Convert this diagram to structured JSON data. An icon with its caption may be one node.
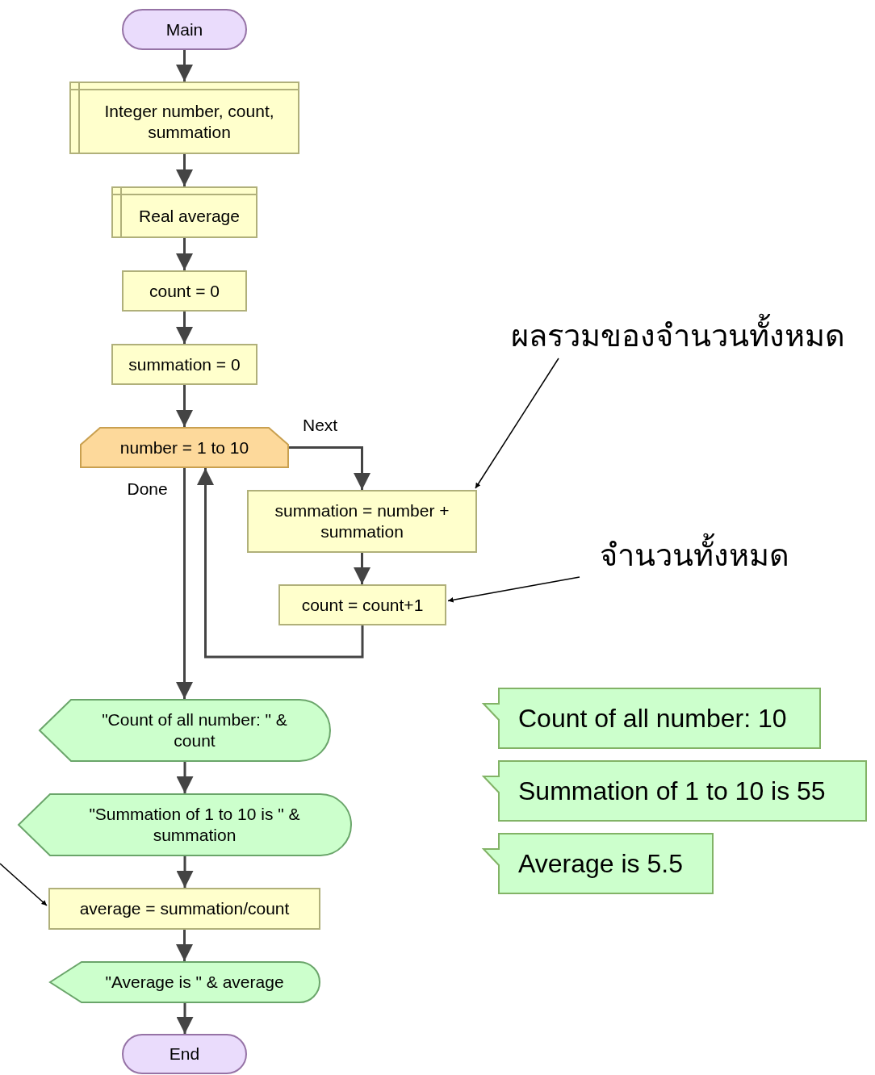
{
  "diagram": {
    "nodes": [
      {
        "text": [
          "Main"
        ]
      },
      {
        "text": [
          "Integer number, count, summation"
        ]
      },
      {
        "text": [
          "Real average"
        ]
      },
      {
        "text": [
          "count = 0"
        ]
      },
      {
        "text": [
          "summation = 0"
        ]
      },
      {
        "text": [
          "number = 1 to 10"
        ]
      },
      {
        "text": [
          "summation = number + summation"
        ]
      },
      {
        "text": [
          "count = count+1"
        ]
      },
      {
        "text": [
          "\"Count of all number: \" & count"
        ]
      },
      {
        "text": [
          "\"Summation of 1 to 10 is \" & summation"
        ]
      },
      {
        "text": [
          "average = summation/count"
        ]
      },
      {
        "text": [
          "\"Average is \" & average"
        ]
      },
      {
        "text": [
          "End"
        ]
      },
      {
        "text": [
          "ผลรวมของจำนวนทั้งหมด"
        ]
      },
      {
        "text": [
          "จำนวนทั้งหมด"
        ]
      },
      {
        "text": [
          "Count of all number: 10"
        ]
      },
      {
        "text": [
          "Summation of 1 to 10 is 55"
        ]
      },
      {
        "text": [
          "Average is 5.5"
        ]
      }
    ],
    "edges": [
      {
        "from": 0,
        "to": 1,
        "arrow": "to"
      },
      {
        "from": 1,
        "to": 2,
        "arrow": "to"
      },
      {
        "from": 2,
        "to": 3,
        "arrow": "to"
      },
      {
        "from": 3,
        "to": 4,
        "arrow": "to"
      },
      {
        "from": 4,
        "to": 5,
        "arrow": "to"
      },
      {
        "from": 5,
        "to": 6,
        "arrow": "to",
        "label": "Next"
      },
      {
        "from": 6,
        "to": 7,
        "arrow": "to"
      },
      {
        "from": 7,
        "to": 5,
        "arrow": "to"
      },
      {
        "from": 5,
        "to": 8,
        "arrow": "to",
        "label": "Done"
      },
      {
        "from": 8,
        "to": 9,
        "arrow": "to"
      },
      {
        "from": 9,
        "to": 10,
        "arrow": "to"
      },
      {
        "from": 10,
        "to": 11,
        "arrow": "to"
      },
      {
        "from": 11,
        "to": 12,
        "arrow": "to"
      },
      {
        "from": 13,
        "to": 6,
        "arrow": "to",
        "color": "#000000"
      },
      {
        "from": 14,
        "to": 7,
        "arrow": "to",
        "color": "#000000"
      },
      {
        "from": null,
        "to": 10,
        "arrow": "to",
        "color": "#000000"
      }
    ]
  }
}
